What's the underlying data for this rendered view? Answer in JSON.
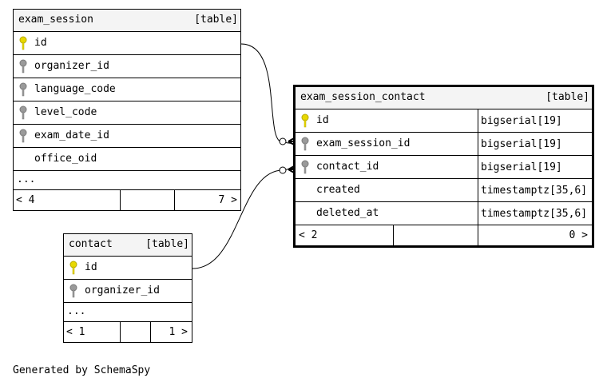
{
  "tables": {
    "exam_session": {
      "name": "exam_session",
      "kind": "[table]",
      "columns": [
        {
          "name": "id",
          "key": "primary"
        },
        {
          "name": "organizer_id",
          "key": "foreign"
        },
        {
          "name": "language_code",
          "key": "foreign"
        },
        {
          "name": "level_code",
          "key": "foreign"
        },
        {
          "name": "exam_date_id",
          "key": "foreign"
        },
        {
          "name": "office_oid",
          "key": "none"
        }
      ],
      "more": "...",
      "parents": "< 4",
      "children": "7 >"
    },
    "exam_session_contact": {
      "name": "exam_session_contact",
      "kind": "[table]",
      "columns": [
        {
          "name": "id",
          "type": "bigserial[19]",
          "key": "primary"
        },
        {
          "name": "exam_session_id",
          "type": "bigserial[19]",
          "key": "foreign"
        },
        {
          "name": "contact_id",
          "type": "bigserial[19]",
          "key": "foreign"
        },
        {
          "name": "created",
          "type": "timestamptz[35,6]",
          "key": "none"
        },
        {
          "name": "deleted_at",
          "type": "timestamptz[35,6]",
          "key": "none"
        }
      ],
      "parents": "< 2",
      "children": "0 >"
    },
    "contact": {
      "name": "contact",
      "kind": "[table]",
      "columns": [
        {
          "name": "id",
          "key": "primary"
        },
        {
          "name": "organizer_id",
          "key": "foreign"
        }
      ],
      "more": "...",
      "parents": "< 1",
      "children": "1 >"
    }
  },
  "colors": {
    "primary_key": "#e8d800",
    "foreign_key": "#9a9a9a",
    "header_bg": "#f4f4f4"
  },
  "footer": "Generated by SchemaSpy"
}
